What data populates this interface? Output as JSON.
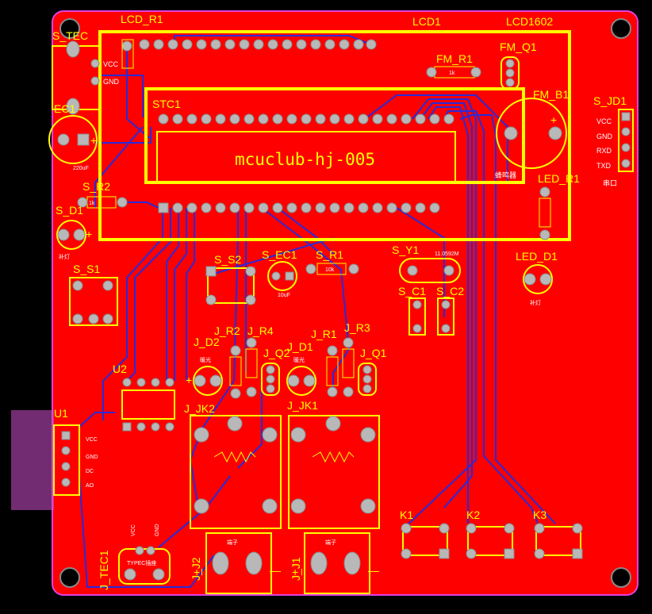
{
  "board": {
    "copper_color": "#ff0000",
    "silk_color": "#ffff00",
    "trace_color": "#2a2ad8",
    "outline_color": "#e040e0"
  },
  "labels": {
    "lcd_r1": "LCD_R1",
    "lcd1": "LCD1",
    "lcd1602": "LCD1602",
    "s_tec": "S_TEC",
    "ec1": "EC1",
    "stc1": "STC1",
    "mcu_text": "mcuclub-hj-005",
    "fm_r1": "FM_R1",
    "fm_q1": "FM_Q1",
    "fm_b1": "FM_B1",
    "s_jd1": "S_JD1",
    "led_r1": "LED_R1",
    "led_d1": "LED_D1",
    "s_r2": "S_R2",
    "s_d1": "S_D1",
    "s_s1": "S_S1",
    "s_s2": "S_S2",
    "s_ec1": "S_EC1",
    "s_r1": "S_R1",
    "s_y1": "S_Y1",
    "s_c1": "S_C1",
    "s_c2": "S_C2",
    "j_d2": "J_D2",
    "j_r2": "J_R2",
    "j_r4": "J_R4",
    "j_q2": "J_Q2",
    "j_d1": "J_D1",
    "j_r1": "J_R1",
    "j_r3": "J_R3",
    "j_q1": "J_Q1",
    "u2": "U2",
    "u1": "U1",
    "j_jk2": "J_JK2",
    "j_jk1": "J_JK1",
    "k1": "K1",
    "k2": "K2",
    "k3": "K3",
    "j_j2": "J_J2",
    "j_j1": "J_J1",
    "j_tec1": "J_TEC1"
  },
  "small_text": {
    "vcc": "VCC",
    "gnd": "GND",
    "rxd": "RXD",
    "txd": "TXD",
    "serial_port": "串口",
    "buzzer": "蜂鸣器",
    "cap_220": "220uF",
    "cap_10": "10uF",
    "crystal": "11.0592M",
    "res_1k": "1k",
    "res_10k": "10k",
    "dc": "DC",
    "ao": "AO",
    "fill_light": "补灯",
    "warm_light": "暖光",
    "terminal": "端子",
    "typec": "TYPEC插座",
    "plus": "+",
    "minus": "—"
  }
}
